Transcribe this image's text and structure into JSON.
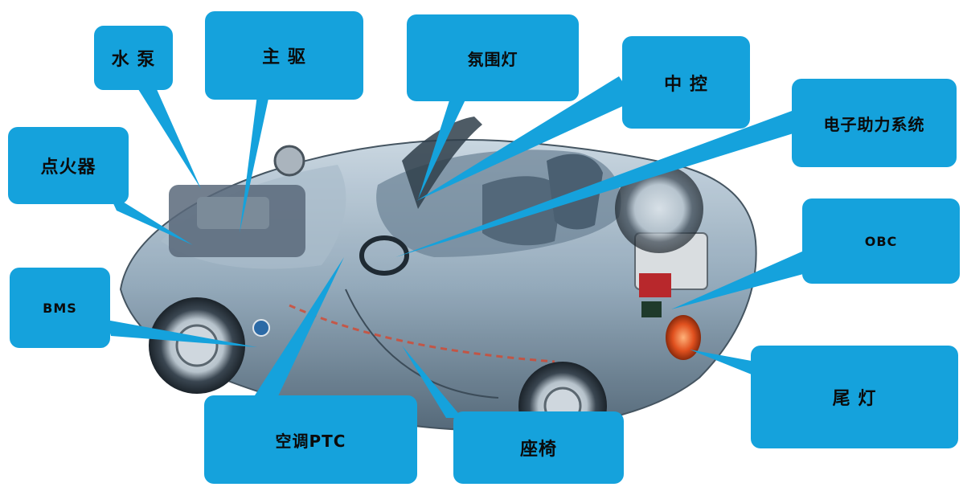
{
  "labels": {
    "water_pump": "水 泵",
    "main_drive": "主 驱",
    "ambient_light": "氛围灯",
    "center_control": "中 控",
    "eps": "电子助力系统",
    "igniter": "点火器",
    "obc": "OBC",
    "bms": "BMS",
    "tail_light": "尾 灯",
    "ac_ptc": "空调PTC",
    "seat": "座椅"
  },
  "colors": {
    "callout": "#15a2dc",
    "car_body": "#8fa6b8",
    "car_shadow": "#4d6273",
    "text": "#0b0b0b"
  }
}
